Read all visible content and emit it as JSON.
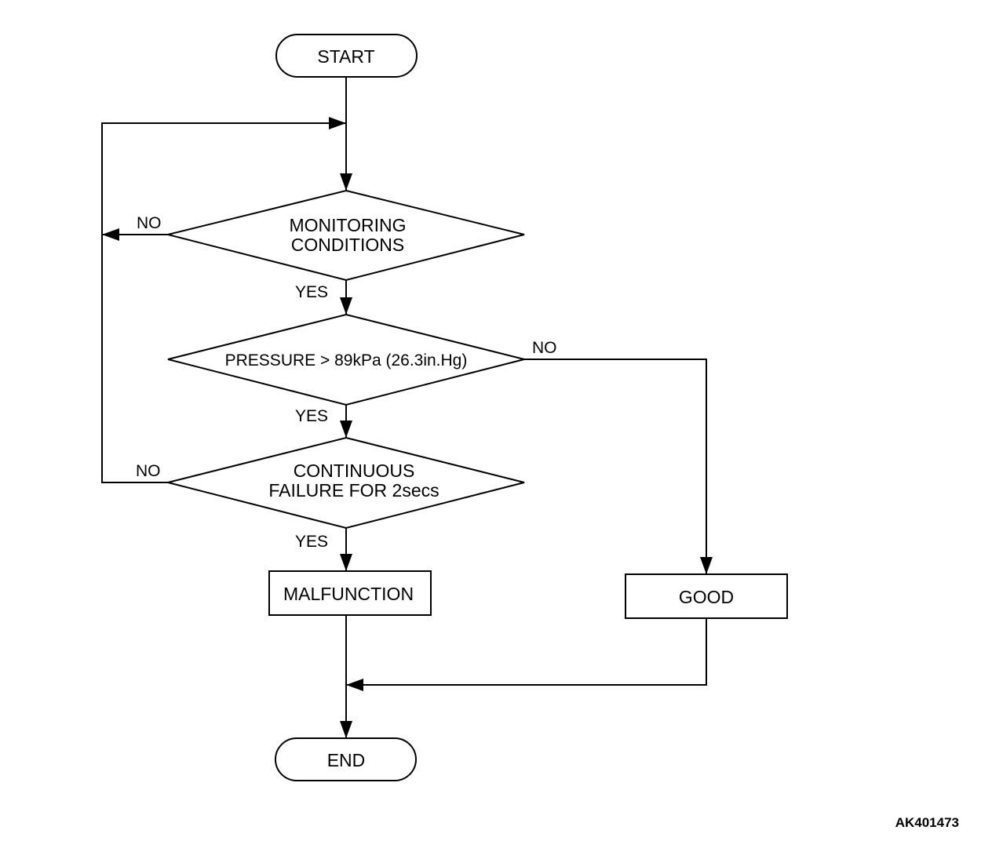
{
  "nodes": {
    "start": "START",
    "monitoring": [
      "MONITORING",
      "CONDITIONS"
    ],
    "pressure": "PRESSURE > 89kPa (26.3in.Hg)",
    "continuous": [
      "CONTINUOUS",
      "FAILURE FOR 2secs"
    ],
    "malfunction": "MALFUNCTION",
    "good": "GOOD",
    "end": "END"
  },
  "labels": {
    "monitoring_yes": "YES",
    "monitoring_no": "NO",
    "pressure_yes": "YES",
    "pressure_no": "NO",
    "continuous_yes": "YES",
    "continuous_no": "NO"
  },
  "reference_code": "AK401473"
}
